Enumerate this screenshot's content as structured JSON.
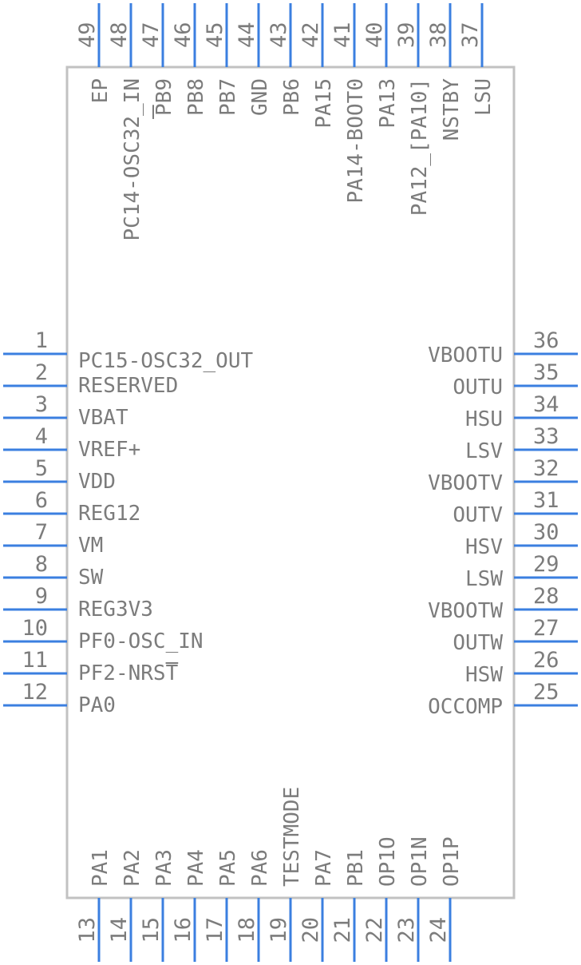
{
  "component": {
    "pins_left": [
      {
        "num": "1",
        "name": "PC15-OSC32_OUT"
      },
      {
        "num": "2",
        "name": "RESERVED"
      },
      {
        "num": "3",
        "name": "VBAT"
      },
      {
        "num": "4",
        "name": "VREF+"
      },
      {
        "num": "5",
        "name": "VDD"
      },
      {
        "num": "6",
        "name": "REG12"
      },
      {
        "num": "7",
        "name": "VM"
      },
      {
        "num": "8",
        "name": "SW"
      },
      {
        "num": "9",
        "name": "REG3V3"
      },
      {
        "num": "10",
        "name": "PF0-OSC_IN"
      },
      {
        "num": "11",
        "name": "PF2-NRST",
        "overline": "T"
      },
      {
        "num": "12",
        "name": "PA0"
      }
    ],
    "pins_right": [
      {
        "num": "36",
        "name": "VBOOTU"
      },
      {
        "num": "35",
        "name": "OUTU"
      },
      {
        "num": "34",
        "name": "HSU"
      },
      {
        "num": "33",
        "name": "LSV"
      },
      {
        "num": "32",
        "name": "VBOOTV"
      },
      {
        "num": "31",
        "name": "OUTV"
      },
      {
        "num": "30",
        "name": "HSV"
      },
      {
        "num": "29",
        "name": "LSW"
      },
      {
        "num": "28",
        "name": "VBOOTW"
      },
      {
        "num": "27",
        "name": "OUTW"
      },
      {
        "num": "26",
        "name": "HSW"
      },
      {
        "num": "25",
        "name": "OCCOMP"
      }
    ],
    "pins_top": [
      {
        "num": "49",
        "name": "EP"
      },
      {
        "num": "48",
        "name": "PC14-OSC32_IN"
      },
      {
        "num": "47",
        "name": "PB9",
        "overline": "P"
      },
      {
        "num": "46",
        "name": "PB8"
      },
      {
        "num": "45",
        "name": "PB7"
      },
      {
        "num": "44",
        "name": "GND"
      },
      {
        "num": "43",
        "name": "PB6"
      },
      {
        "num": "42",
        "name": "PA15"
      },
      {
        "num": "41",
        "name": "PA14-BOOT0"
      },
      {
        "num": "40",
        "name": "PA13"
      },
      {
        "num": "39",
        "name": "PA12_[PA10]"
      },
      {
        "num": "38",
        "name": "NSTBY"
      },
      {
        "num": "37",
        "name": "LSU"
      }
    ],
    "pins_bottom": [
      {
        "num": "13",
        "name": "PA1"
      },
      {
        "num": "14",
        "name": "PA2"
      },
      {
        "num": "15",
        "name": "PA3"
      },
      {
        "num": "16",
        "name": "PA4"
      },
      {
        "num": "17",
        "name": "PA5"
      },
      {
        "num": "18",
        "name": "PA6"
      },
      {
        "num": "19",
        "name": "TESTMODE"
      },
      {
        "num": "20",
        "name": "PA7"
      },
      {
        "num": "21",
        "name": "PB1"
      },
      {
        "num": "22",
        "name": "OP1O"
      },
      {
        "num": "23",
        "name": "OP1N"
      },
      {
        "num": "24",
        "name": "OP1P"
      }
    ],
    "colors": {
      "body_outline": "#c2c2c2",
      "pin_lead": "#3b7fe0",
      "text": "#7c7c7c",
      "background": "#ffffff"
    }
  }
}
